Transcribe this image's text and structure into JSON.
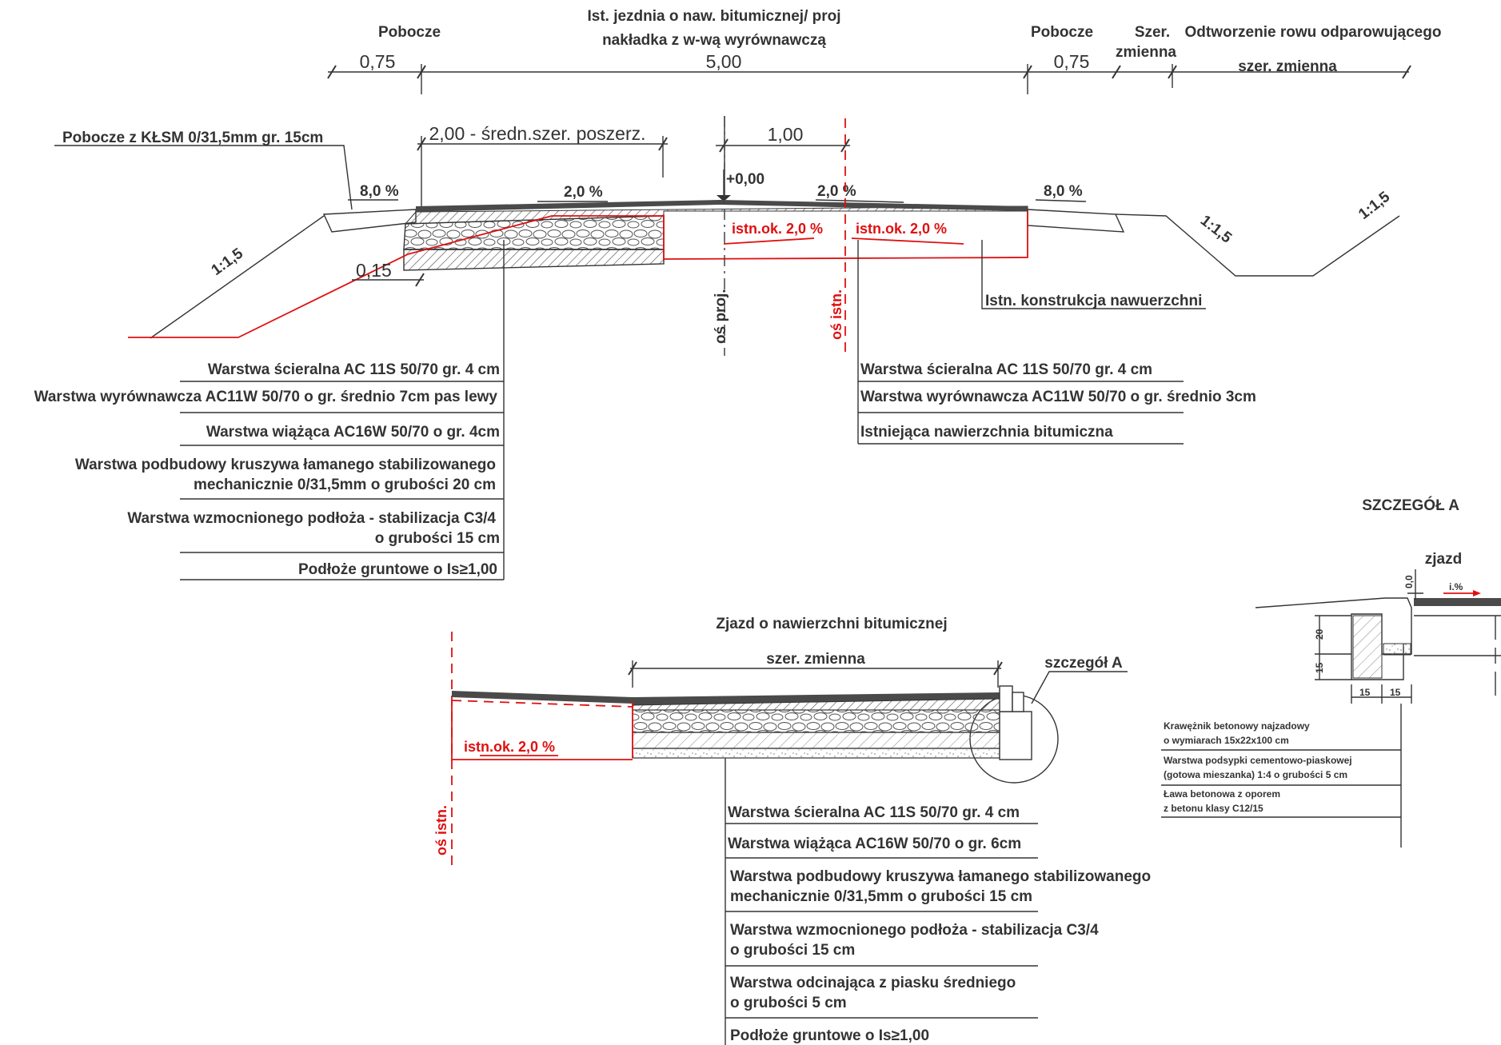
{
  "top_section": {
    "header_pobocze_left": "Pobocze",
    "header_jezdnia_line1": "Ist. jezdnia o naw. bitumicznej/ proj",
    "header_jezdnia_line2": "nakładka z w-wą wyrównawczą",
    "header_pobocze_right": "Pobocze",
    "header_szer_line1": "Szer.",
    "header_szer_line2": "zmienna",
    "header_rowu": "Odtworzenie rowu odparowującego",
    "dim_075_left": "0,75",
    "dim_500": "5,00",
    "dim_075_right": "0,75",
    "dim_szer_zmienna": "szer. zmienna",
    "pobocze_klsm": "Pobocze z KŁSM 0/31,5mm gr. 15cm",
    "dim_200": "2,00 - średn.szer. poszerz.",
    "dim_100": "1,00",
    "level_000": "+0,00",
    "slope_8_left": "8,0 %",
    "slope_2_left": "2,0 %",
    "slope_2_right": "2,0 %",
    "slope_8_right": "8,0 %",
    "slope_11_5_left": "1:1,5",
    "slope_11_5_ditch1": "1:1,5",
    "slope_11_5_ditch2": "1:1,5",
    "dim_015": "0,15",
    "istn_ok_1": "istn.ok. 2,0 %",
    "istn_ok_2": "istn.ok. 2,0 %",
    "os_proj": "oś proj.",
    "os_istn": "oś istn.",
    "istn_konstrukcja": "Istn. konstrukcja nawuerzchni",
    "left_layers": [
      "Warstwa ścieralna AC 11S 50/70 gr. 4 cm",
      "Warstwa wyrównawcza AC11W 50/70 o gr. średnio 7cm pas lewy",
      "Warstwa wiążąca AC16W 50/70 o gr. 4cm",
      "Warstwa podbudowy kruszywa łamanego stabilizowanego",
      "mechanicznie 0/31,5mm o grubości 20 cm",
      "Warstwa wzmocnionego podłoża - stabilizacja C3/4",
      "o grubości 15 cm",
      "Podłoże gruntowe o  Is≥1,00"
    ],
    "right_layers": [
      "Warstwa ścieralna AC 11S 50/70 gr. 4 cm",
      "Warstwa wyrównawcza AC11W 50/70 o gr. średnio 3cm",
      "Istniejąca nawierzchnia bitumiczna"
    ]
  },
  "detail_a": {
    "title": "SZCZEGÓŁ A",
    "zjazd": "zjazd",
    "dim_00": "0,0",
    "slope_i": "i.%",
    "dim_20": "20",
    "dim_15_v": "15",
    "dim_15_h1": "15",
    "dim_15_h2": "15",
    "notes": [
      "Krawężnik betonowy najzadowy",
      "o wymiarach 15x22x100 cm",
      "Warstwa podsypki cementowo-piaskowej",
      "(gotowa mieszanka) 1:4 o grubości 5 cm",
      "Ława betonowa z oporem",
      "z betonu klasy C12/15"
    ]
  },
  "zjazd_section": {
    "title": "Zjazd o nawierzchni bitumicznej",
    "dim_szer_zmienna": "szer. zmienna",
    "szczegol_a": "szczegół A",
    "istn_ok": "istn.ok. 2,0 %",
    "os_istn": "oś istn.",
    "layers": [
      "Warstwa ścieralna AC 11S 50/70 gr. 4 cm",
      "Warstwa wiążąca AC16W 50/70 o gr. 6cm",
      "Warstwa podbudowy kruszywa łamanego stabilizowanego",
      "mechanicznie 0/31,5mm o grubości 15 cm",
      "Warstwa wzmocnionego podłoża - stabilizacja C3/4",
      "o grubości 15 cm",
      "Warstwa odcinająca z piasku średniego",
      "o grubości 5 cm",
      "Podłoże gruntowe o  Is≥1,00"
    ]
  },
  "colors": {
    "line": "#333333",
    "red": "#e01010",
    "asphalt": "#4a4a4a"
  }
}
